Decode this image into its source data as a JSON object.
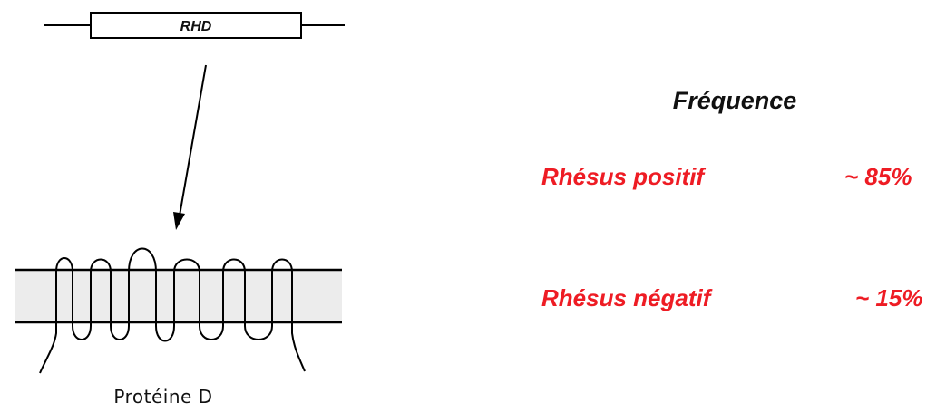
{
  "gene": {
    "label": "RHD"
  },
  "protein": {
    "label": "Protéine D"
  },
  "frequency": {
    "title": "Fréquence",
    "rows": [
      {
        "label": "Rhésus positif",
        "value": "~ 85%"
      },
      {
        "label": "Rhésus négatif",
        "value": "~ 15%"
      }
    ]
  },
  "colors": {
    "text": "#111111",
    "accent": "#ee1c24",
    "membrane_fill": "#ececec",
    "line": "#000000"
  }
}
